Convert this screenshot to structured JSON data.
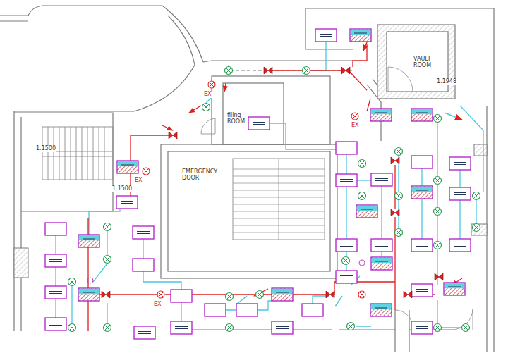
{
  "diagram": {
    "nodes": [
      {
        "text": [
          "VAULT ROOM"
        ]
      },
      {
        "text": [
          "filing ROOM"
        ]
      },
      {
        "text": [
          "EMERGENCY DOOR"
        ]
      }
    ],
    "labels": [
      "1.1948",
      "1.1500",
      "1.1500",
      "EX",
      "EX",
      "EX",
      "EX"
    ]
  }
}
